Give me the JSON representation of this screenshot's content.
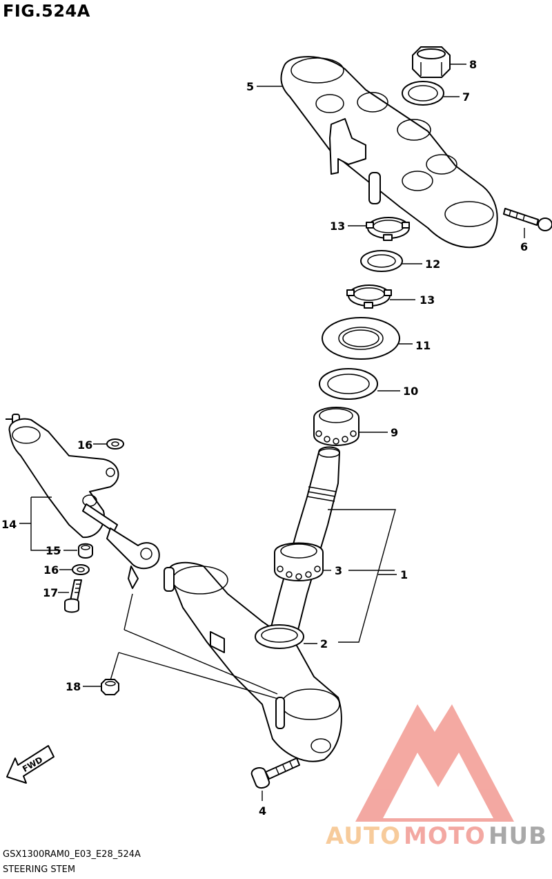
{
  "figure_title": "FIG.524A",
  "model_code": "GSX1300RAM0_E03_E28_524A",
  "section_name": "STEERING STEM",
  "fwd_label": "FWD",
  "watermark": {
    "part1": "AUTO",
    "part2": "MOTO",
    "part3": "HUB",
    "color1": "#f6c38a",
    "color2": "#f29a92",
    "color3": "#9a9a9a",
    "triangle_color": "#f29a92"
  },
  "callouts": {
    "p1": "1",
    "p2": "2",
    "p3": "3",
    "p4": "4",
    "p5": "5",
    "p6": "6",
    "p7": "7",
    "p8": "8",
    "p9": "9",
    "p10": "10",
    "p11": "11",
    "p12": "12",
    "p13a": "13",
    "p13b": "13",
    "p14": "14",
    "p15": "15",
    "p16a": "16",
    "p16b": "16",
    "p17": "17",
    "p18": "18"
  }
}
